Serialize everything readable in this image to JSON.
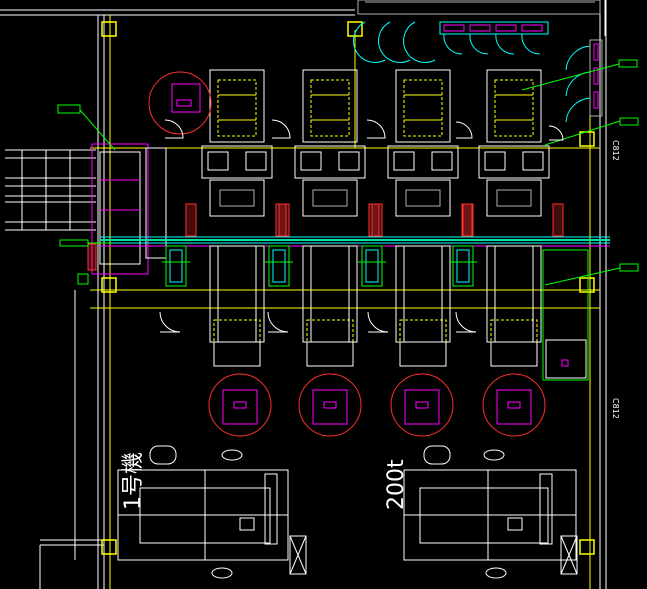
{
  "drawing": {
    "background": "#000000",
    "colors": {
      "wall": "#ffffff",
      "grid": "#ffff00",
      "frame": "#ffffff",
      "door": "#ffffff",
      "red": "#ff3030",
      "magenta": "#ff00ff",
      "green": "#00ff00",
      "cyan": "#00ffff",
      "teal": "#00e0a0",
      "grey": "#b0b0b0"
    },
    "labels": {
      "machine_left": "1号機",
      "machine_right": "200t",
      "dim_upper": "C812",
      "dim_lower": "C812"
    },
    "icons": [
      "column-icon",
      "door-swing-icon",
      "tank-circle-icon",
      "leader-tag-icon"
    ]
  }
}
